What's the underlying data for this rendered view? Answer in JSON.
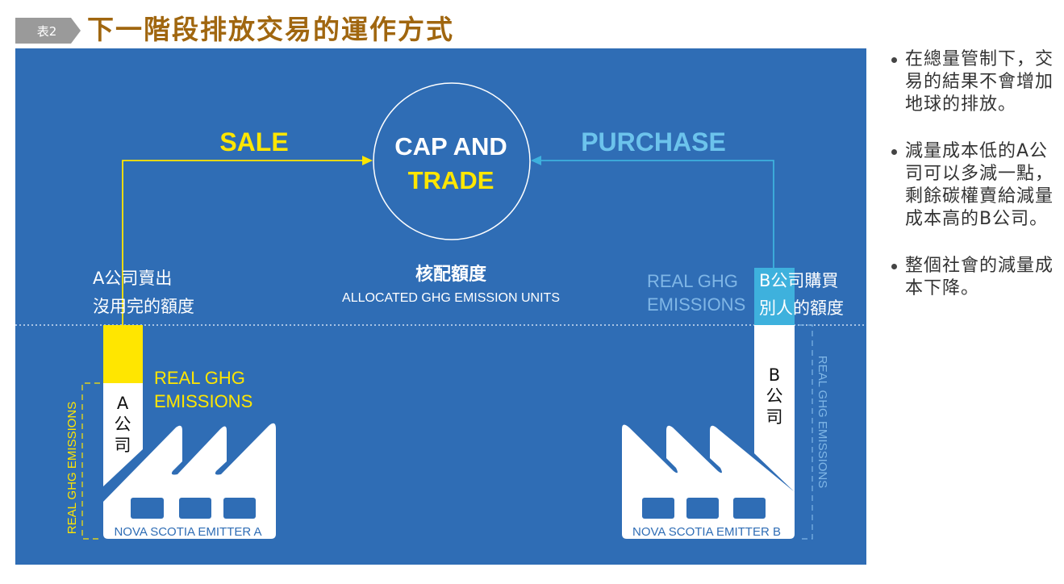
{
  "header": {
    "badge": "表2",
    "title": "下一階段排放交易的運作方式"
  },
  "diagram": {
    "center_line1": "CAP AND",
    "center_line2": "TRADE",
    "sale_label": "SALE",
    "purchase_label": "PURCHASE",
    "allocated_cn": "核配額度",
    "allocated_en": "ALLOCATED GHG EMISSION UNITS",
    "a_sell_line1": "A公司賣出",
    "a_sell_line2": "沒用完的額度",
    "b_buy_line1": "B公司購買",
    "b_buy_line2": "別人的額度",
    "a_real_line1": "REAL GHG",
    "a_real_line2": "EMISSIONS",
    "b_real_line1": "REAL GHG",
    "b_real_line2": "EMISSIONS",
    "a_bracket_label": "REAL GHG EMISSIONS",
    "b_bracket_label": "REAL GHG EMISSIONS",
    "a_chimney": [
      "A",
      "公",
      "司"
    ],
    "b_chimney": [
      "B",
      "公",
      "司"
    ],
    "emitter_a": "NOVA SCOTIA EMITTER A",
    "emitter_b": "NOVA SCOTIA EMITTER B"
  },
  "bullets": [
    "在總量管制下，交易的結果不會增加地球的排放。",
    "減量成本低的A公司可以多減一點，剩餘碳權賣給減量成本高的B公司。",
    "整個社會的減量成本下降。"
  ],
  "colors": {
    "panel": "#2f6db5",
    "yellow": "#ffe600",
    "cyan": "#3eb1dd",
    "title": "#a0660f",
    "badge": "#9a9a9a"
  }
}
